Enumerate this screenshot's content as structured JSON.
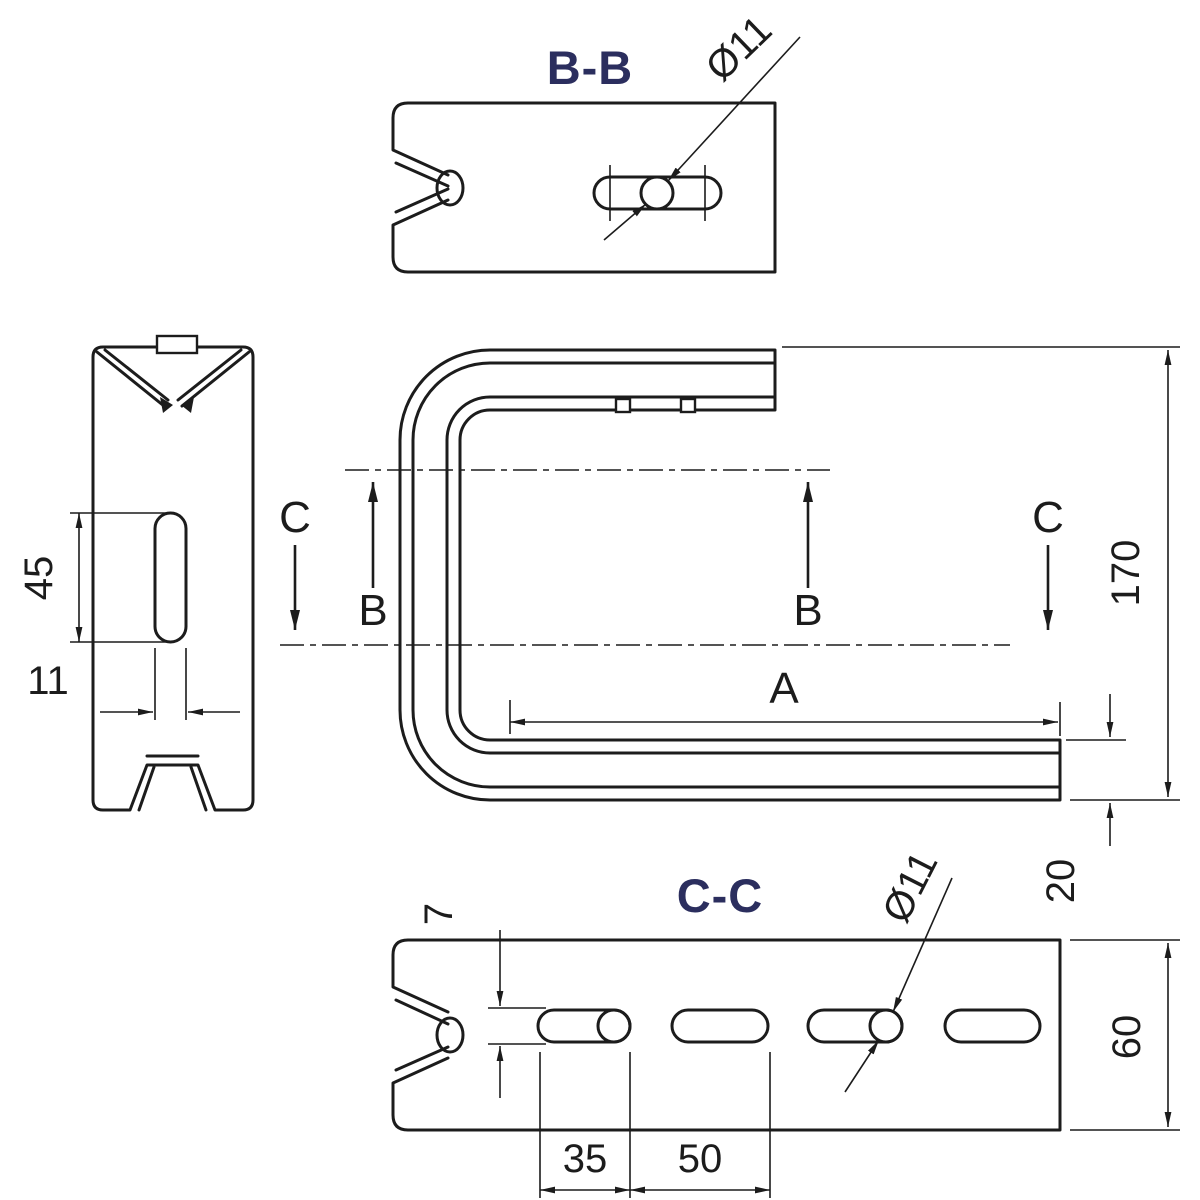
{
  "meta": {
    "background": "#ffffff",
    "line_color": "#1c1c1c",
    "accent_color": "#2b2e5e",
    "drawing_kind": "wall-bracket technical drawing with section views"
  },
  "section_bb": {
    "title": "B-B",
    "hole_dia": "Ø11"
  },
  "side_view": {
    "dim_slot_length": "45",
    "dim_slot_width": "11"
  },
  "main_view": {
    "cut_b": "B",
    "cut_c": "C",
    "dim_length": "A",
    "dim_height": "170",
    "dim_arm": "20"
  },
  "section_cc": {
    "title": "C-C",
    "hole_dia": "Ø11",
    "dim_edge": "7",
    "dim_height": "60",
    "dim_slot_length": "35",
    "dim_pitch": "50"
  }
}
